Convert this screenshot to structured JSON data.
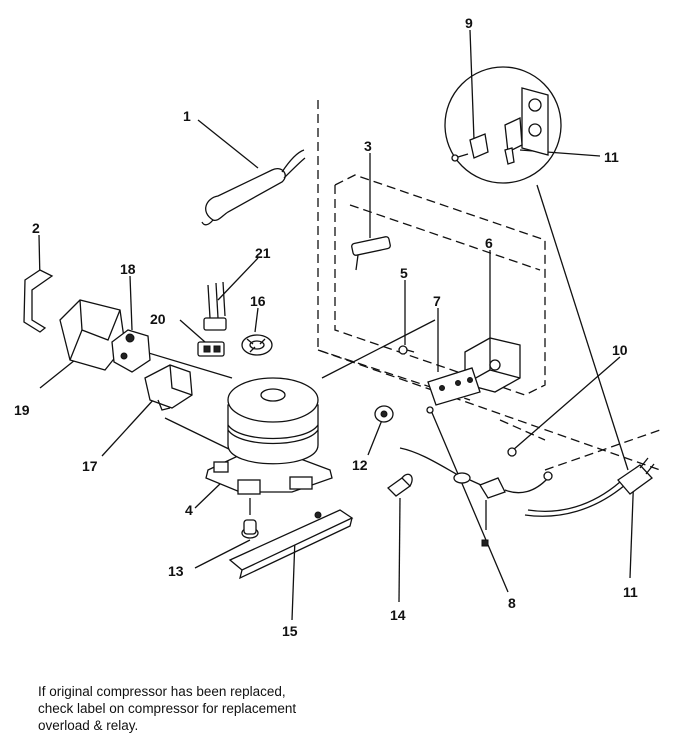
{
  "diagram": {
    "callouts": [
      "1",
      "2",
      "3",
      "4",
      "5",
      "6",
      "7",
      "8",
      "9",
      "10",
      "11",
      "11",
      "12",
      "13",
      "14",
      "15",
      "16",
      "17",
      "18",
      "19",
      "20",
      "21"
    ]
  },
  "note": {
    "lines": [
      "If original compressor has been replaced,",
      "check label on compressor for replacement",
      "overload & relay."
    ]
  }
}
